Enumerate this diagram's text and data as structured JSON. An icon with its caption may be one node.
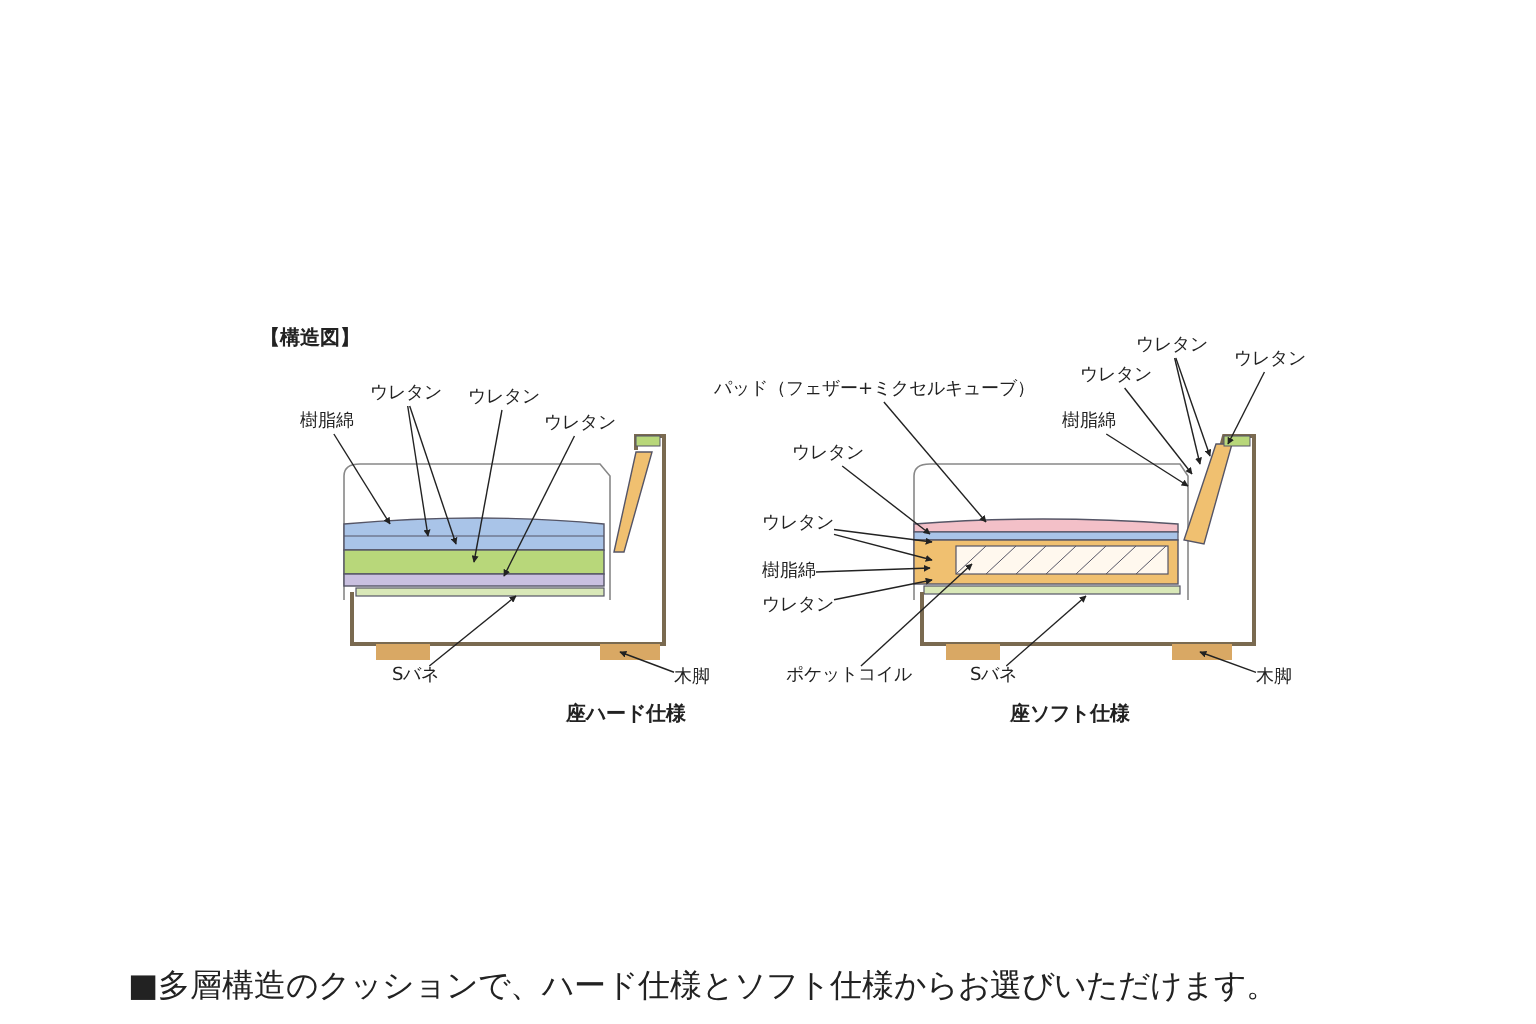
{
  "diagram": {
    "title": "【構造図】",
    "caption": "■多層構造のクッションで、ハード仕様とソフト仕様からお選びいただけます。",
    "nodes": [
      {
        "text": [
          "樹脂綿"
        ]
      },
      {
        "text": [
          "ウレタン"
        ]
      },
      {
        "text": [
          "ウレタン"
        ]
      },
      {
        "text": [
          "ウレタン"
        ]
      },
      {
        "text": [
          "Sバネ"
        ]
      },
      {
        "text": [
          "木脚"
        ]
      },
      {
        "text": [
          "パッド（フェザー+ミクセルキューブ）"
        ]
      },
      {
        "text": [
          "ウレタン"
        ]
      },
      {
        "text": [
          "ウレタン"
        ]
      },
      {
        "text": [
          "樹脂綿"
        ]
      },
      {
        "text": [
          "ウレタン"
        ]
      },
      {
        "text": [
          "ポケットコイル"
        ]
      },
      {
        "text": [
          "Sバネ"
        ]
      },
      {
        "text": [
          "木脚"
        ]
      },
      {
        "text": [
          "樹脂綿"
        ]
      },
      {
        "text": [
          "ウレタン"
        ]
      },
      {
        "text": [
          "ウレタン"
        ]
      },
      {
        "text": [
          "ウレタン"
        ]
      }
    ],
    "edges": [
      {
        "from": 0,
        "to": null,
        "arrow": "to"
      },
      {
        "from": 1,
        "to": null,
        "arrow": "to"
      },
      {
        "from": 1,
        "to": null,
        "arrow": "to"
      },
      {
        "from": 2,
        "to": null,
        "arrow": "to"
      },
      {
        "from": 3,
        "to": null,
        "arrow": "to"
      },
      {
        "from": 4,
        "to": null,
        "arrow": "to"
      },
      {
        "from": 5,
        "to": null,
        "arrow": "to"
      },
      {
        "from": 6,
        "to": null,
        "arrow": "to"
      },
      {
        "from": 7,
        "to": null,
        "arrow": "to"
      },
      {
        "from": 8,
        "to": null,
        "arrow": "to"
      },
      {
        "from": 8,
        "to": null,
        "arrow": "to"
      },
      {
        "from": 9,
        "to": null,
        "arrow": "to"
      },
      {
        "from": 10,
        "to": null,
        "arrow": "to"
      },
      {
        "from": 11,
        "to": null,
        "arrow": "to"
      },
      {
        "from": 12,
        "to": null,
        "arrow": "to"
      },
      {
        "from": 13,
        "to": null,
        "arrow": "to"
      },
      {
        "from": 14,
        "to": null,
        "arrow": "to"
      },
      {
        "from": 15,
        "to": null,
        "arrow": "to"
      },
      {
        "from": 16,
        "to": null,
        "arrow": "to"
      },
      {
        "from": 16,
        "to": null,
        "arrow": "to"
      },
      {
        "from": 17,
        "to": null,
        "arrow": "to"
      }
    ],
    "labels": [
      "座ハード仕様",
      "座ソフト仕様"
    ]
  }
}
